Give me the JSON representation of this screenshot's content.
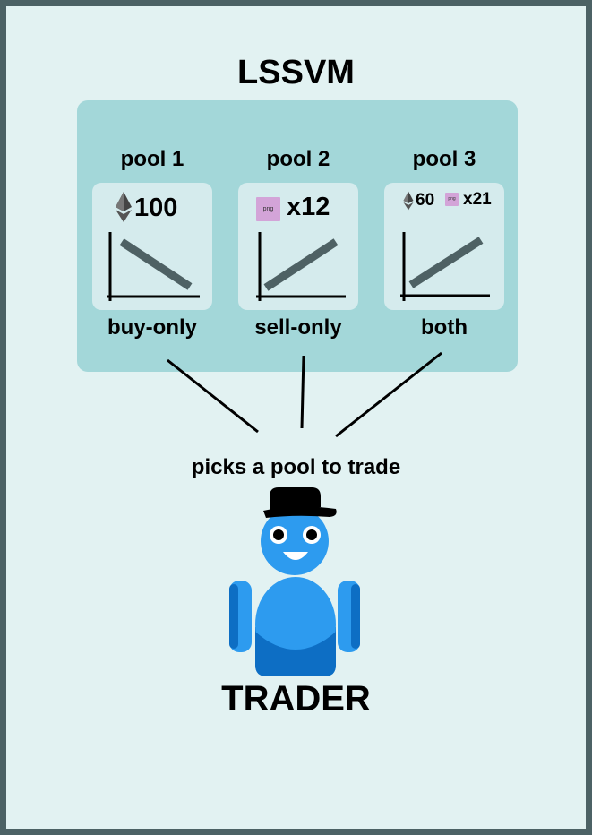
{
  "title": "LSSVM",
  "pools": [
    {
      "name": "pool 1",
      "mode": "buy-only",
      "eth": "100",
      "nft": ""
    },
    {
      "name": "pool 2",
      "mode": "sell-only",
      "eth": "",
      "nft": "x12"
    },
    {
      "name": "pool 3",
      "mode": "both",
      "eth": "60",
      "nft": "x21"
    }
  ],
  "nft_badge_text": "png",
  "caption": "picks a pool to trade",
  "trader_label": "TRADER",
  "colors": {
    "background": "#e2f2f2",
    "border": "#4c6265",
    "panel": "#a3d7d9",
    "card": "#d5ebed",
    "curve": "#4e6164",
    "badge": "#d3a4d8",
    "trader_blue": "#2d9bef",
    "trader_dark": "#0d6ec4"
  }
}
